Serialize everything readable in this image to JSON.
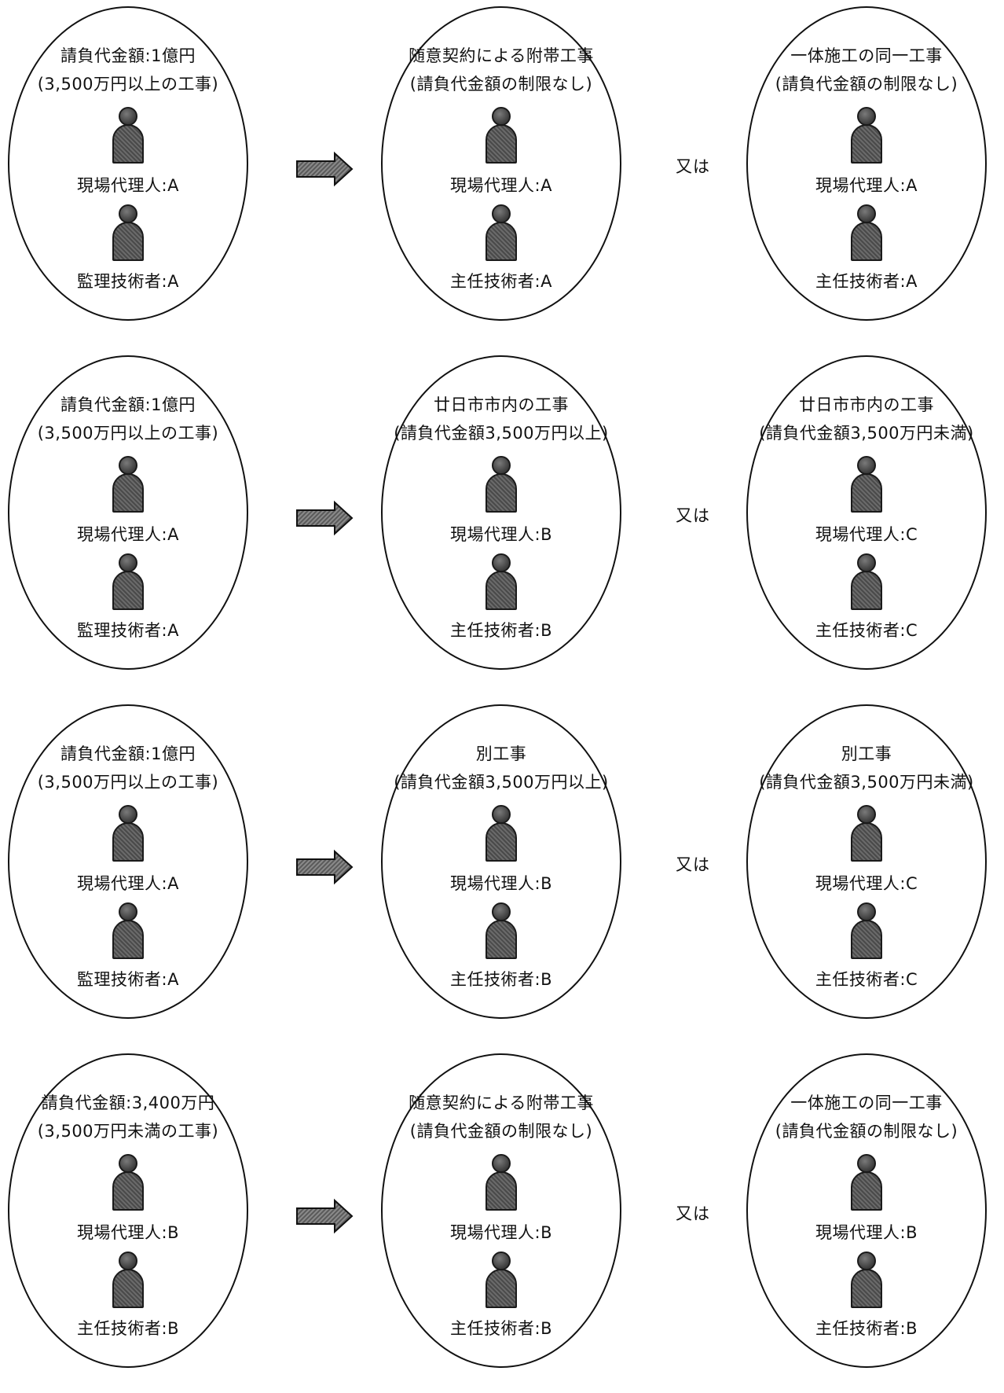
{
  "rows": [
    {
      "left": {
        "title": "請負代金額:1億円",
        "subtitle": "(3,500万円以上の工事)",
        "role1": "現場代理人:A",
        "role2": "監理技術者:A"
      },
      "middle": {
        "title": "随意契約による附帯工事",
        "subtitle": "(請負代金額の制限なし)",
        "role1": "現場代理人:A",
        "role2": "主任技術者:A"
      },
      "or": "又は",
      "right": {
        "title": "一体施工の同一工事",
        "subtitle": "(請負代金額の制限なし)",
        "role1": "現場代理人:A",
        "role2": "主任技術者:A"
      }
    },
    {
      "left": {
        "title": "請負代金額:1億円",
        "subtitle": "(3,500万円以上の工事)",
        "role1": "現場代理人:A",
        "role2": "監理技術者:A"
      },
      "middle": {
        "title": "廿日市市内の工事",
        "subtitle": "(請負代金額3,500万円以上)",
        "role1": "現場代理人:B",
        "role2": "主任技術者:B"
      },
      "or": "又は",
      "right": {
        "title": "廿日市市内の工事",
        "subtitle": "(請負代金額3,500万円未満)",
        "role1": "現場代理人:C",
        "role2": "主任技術者:C"
      }
    },
    {
      "left": {
        "title": "請負代金額:1億円",
        "subtitle": "(3,500万円以上の工事)",
        "role1": "現場代理人:A",
        "role2": "監理技術者:A"
      },
      "middle": {
        "title": "別工事",
        "subtitle": "(請負代金額3,500万円以上)",
        "role1": "現場代理人:B",
        "role2": "主任技術者:B"
      },
      "or": "又は",
      "right": {
        "title": "別工事",
        "subtitle": "(請負代金額3,500万円未満)",
        "role1": "現場代理人:C",
        "role2": "主任技術者:C"
      }
    },
    {
      "left": {
        "title": "請負代金額:3,400万円",
        "subtitle": "(3,500万円未満の工事)",
        "role1": "現場代理人:B",
        "role2": "主任技術者:B"
      },
      "middle": {
        "title": "随意契約による附帯工事",
        "subtitle": "(請負代金額の制限なし)",
        "role1": "現場代理人:B",
        "role2": "主任技術者:B"
      },
      "or": "又は",
      "right": {
        "title": "一体施工の同一工事",
        "subtitle": "(請負代金額の制限なし)",
        "role1": "現場代理人:B",
        "role2": "主任技術者:B"
      }
    }
  ]
}
